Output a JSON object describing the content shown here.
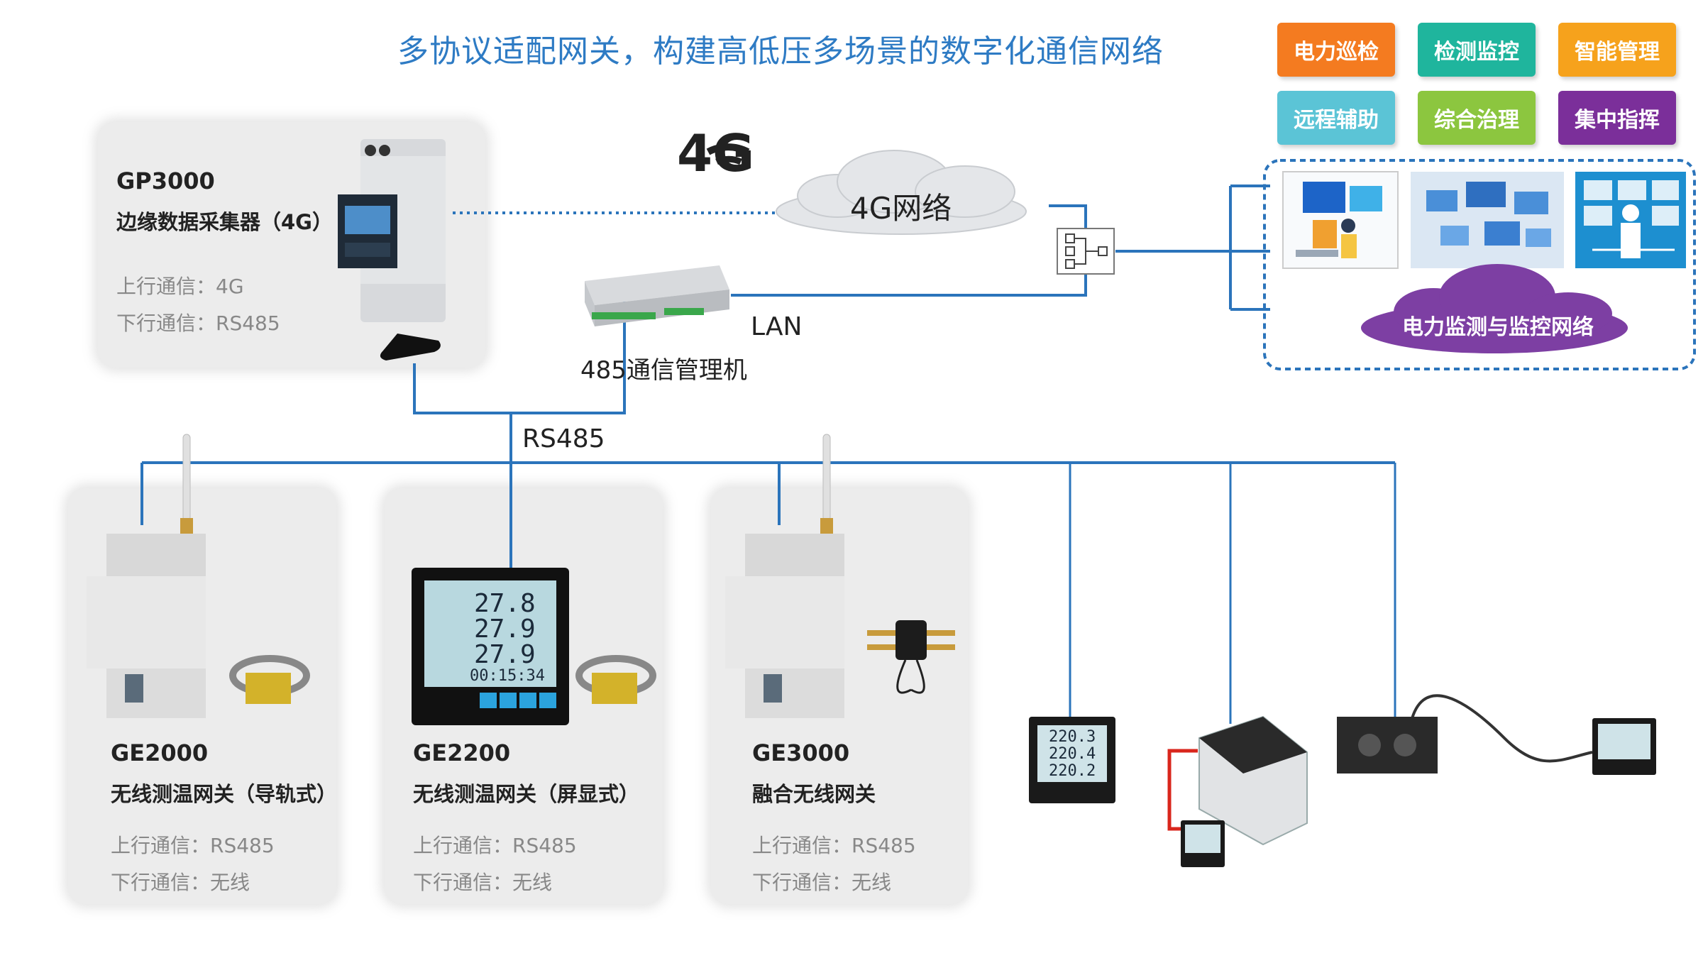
{
  "title": "多协议适配网关，构建高低压多场景的数字化通信网络",
  "tags": [
    {
      "label": "电力巡检",
      "color": "#f47b20"
    },
    {
      "label": "检测监控",
      "color": "#1fb59d"
    },
    {
      "label": "智能管理",
      "color": "#f6a21c"
    },
    {
      "label": "远程辅助",
      "color": "#5bc4d6"
    },
    {
      "label": "综合治理",
      "color": "#8cc63f"
    },
    {
      "label": "集中指挥",
      "color": "#7b2f9a"
    }
  ],
  "gp3000": {
    "model": "GP3000",
    "name": "边缘数据采集器（4G）",
    "up": "上行通信：4G",
    "down": "下行通信：RS485"
  },
  "network": {
    "badge_4g": "4G",
    "cloud_4g": "4G网络",
    "manager": "485通信管理机",
    "lan": "LAN",
    "rs485": "RS485",
    "platform_cloud": "电力监测与监控网络"
  },
  "devices": [
    {
      "model": "GE2000",
      "name": "无线测温网关（导轨式）",
      "up": "上行通信：RS485",
      "down": "下行通信：无线"
    },
    {
      "model": "GE2200",
      "name": "无线测温网关（屏显式）",
      "up": "上行通信：RS485",
      "down": "下行通信：无线"
    },
    {
      "model": "GE3000",
      "name": "融合无线网关",
      "up": "上行通信：RS485",
      "down": "下行通信：无线"
    }
  ],
  "screen": {
    "r1": "27.8",
    "r2": "27.9",
    "r3": "27.9",
    "time": "00:15:34",
    "m1": "220.3",
    "m2": "220.4",
    "m3": "220.2"
  },
  "colors": {
    "line": "#2b74bb",
    "title": "#2e7bc4",
    "platform_cloud": "#7d3fa3"
  }
}
